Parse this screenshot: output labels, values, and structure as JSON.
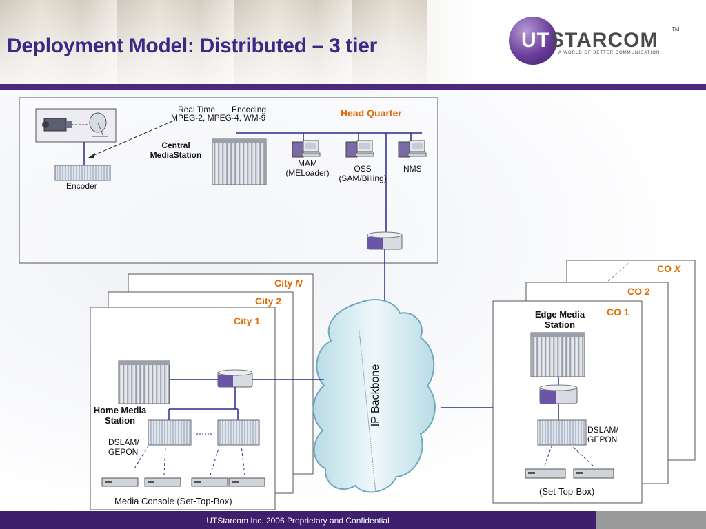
{
  "slide": {
    "title": "Deployment Model: Distributed – 3 tier",
    "footer": "UTStarcom Inc. 2006 Proprietary and Confidential",
    "logo": {
      "text_ut": "UT",
      "text_rest": "STARCOM",
      "tm": "TM",
      "tagline": "A WORLD OF BETTER COMMUNICATION"
    },
    "colors": {
      "title": "#3a2a86",
      "accent_orange": "#e06a00",
      "brand_purple": "#3d1f6e"
    }
  },
  "hq": {
    "label": "Head Quarter",
    "real_time": "Real Time",
    "encoding": "Encoding",
    "formats": "MPEG-2, MPEG-4, WM-9",
    "central_line1": "Central",
    "central_line2": "MediaStation",
    "encoder": "Encoder",
    "mam_line1": "MAM",
    "mam_line2": "(MELoader)",
    "oss_line1": "OSS",
    "oss_line2": "(SAM/Billing)",
    "nms": "NMS"
  },
  "city": {
    "city_n_prefix": "City ",
    "city_n_suffix": "N",
    "city_2": "City 2",
    "city_1": "City 1",
    "home_line1": "Home Media",
    "home_line2": "Station",
    "dslam_line1": "DSLAM/",
    "dslam_line2": "GEPON",
    "console": "Media Console (Set-Top-Box)"
  },
  "backbone": {
    "label": "IP Backbone"
  },
  "co": {
    "co_x_prefix": "CO ",
    "co_x_suffix": "X",
    "co_2": "CO 2",
    "co_1": "CO 1",
    "edge_line1": "Edge Media",
    "edge_line2": "Station",
    "dslam_line1": "DSLAM/",
    "dslam_line2": "GEPON",
    "stb": "(Set-Top-Box)"
  }
}
